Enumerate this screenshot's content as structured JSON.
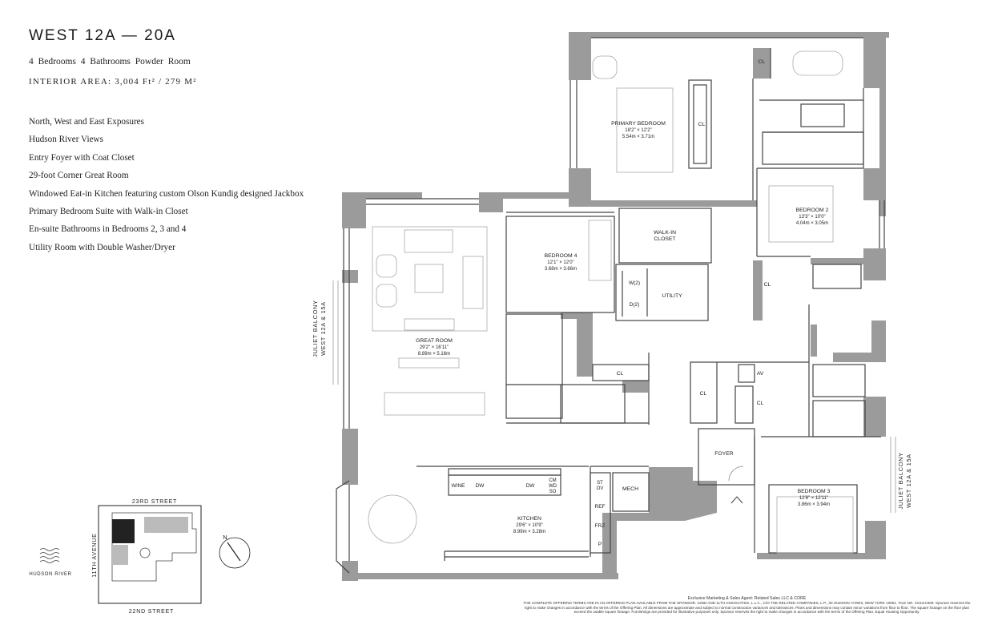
{
  "header": {
    "title": "WEST 12A — 20A",
    "subline": "4 Bedrooms  4 Bathrooms  Powder Room",
    "interior_area": "INTERIOR AREA: 3,004 Ft² / 279 M²"
  },
  "features": [
    "North, West and East Exposures",
    "Hudson River Views",
    "Entry Foyer with Coat Closet",
    "29-foot Corner Great Room",
    "Windowed Eat-in Kitchen featuring custom Olson Kundig designed Jackbox",
    "Primary Bedroom Suite with Walk-in Closet",
    "En-suite Bathrooms in Bedrooms 2, 3 and 4",
    "Utility Room with Double Washer/Dryer"
  ],
  "rooms": {
    "primary_bedroom": {
      "name": "PRIMARY BEDROOM",
      "ft": "18'2\" × 12'2\"",
      "m": "5.54m × 3.71m"
    },
    "bedroom2": {
      "name": "BEDROOM 2",
      "ft": "13'3\" × 10'0\"",
      "m": "4.04m × 3.05m"
    },
    "bedroom3": {
      "name": "BEDROOM 3",
      "ft": "12'8\" × 12'11\"",
      "m": "3.86m × 3.94m"
    },
    "bedroom4": {
      "name": "BEDROOM 4",
      "ft": "12'1\" × 12'0\"",
      "m": "3.68m × 3.66m"
    },
    "great_room": {
      "name": "GREAT ROOM",
      "ft": "29'2\" × 16'11\"",
      "m": "8.89m × 5.16m"
    },
    "kitchen": {
      "name": "KITCHEN",
      "ft": "29'6\" × 10'9\"",
      "m": "8.99m × 3.28m"
    },
    "walk_in_closet": {
      "line1": "WALK-IN",
      "line2": "CLOSET"
    },
    "utility": "UTILITY",
    "foyer": "FOYER",
    "mech": "MECH"
  },
  "fixtures": {
    "cl": "CL",
    "av": "AV",
    "washer": "W(2)",
    "dryer": "D(2)",
    "wine": "WINE",
    "dw": "DW",
    "cm": "CM",
    "wd": "WD",
    "so": "SO",
    "st": "ST",
    "ov": "OV",
    "ref": "REF",
    "frz": "FRZ",
    "p": "P"
  },
  "balcony_label": {
    "line1": "JULIET BALCONY",
    "line2": "WEST 12A & 15A"
  },
  "keyplan": {
    "top_street": "23RD STREET",
    "bottom_street": "22ND STREET",
    "avenue": "11TH AVENUE",
    "river": "HUDSON RIVER",
    "north": "N"
  },
  "disclaimer": {
    "heading": "Exclusive Marketing & Sales Agent: Related Sales LLC & CORE",
    "body": "THE COMPLETE OFFERING TERMS ARE IN AN OFFERING PLAN AVAILABLE FROM THE SPONSOR. 22ND AND 11TH ASSOCIATES, L.L.C., C/O THE RELATED COMPANIES, L.P., 30 HUDSON YARDS, NEW YORK 10001. FILE NO. CD19-0409. Sponsor reserves the right to make changes in accordance with the terms of the Offering Plan. All dimensions are approximate and subject to normal construction variances and tolerances. Plans and dimensions may contain minor variations from floor to floor. The square footage on the floor plan exceed the usable square footage. Furnishings are provided for illustrative purposes only. Sponsor reserves the right to make changes in accordance with the terms of the Offering Plan. Equal Housing Opportunity."
  },
  "colors": {
    "wall": "#9b9b9b",
    "line": "#444444",
    "text": "#222222"
  }
}
